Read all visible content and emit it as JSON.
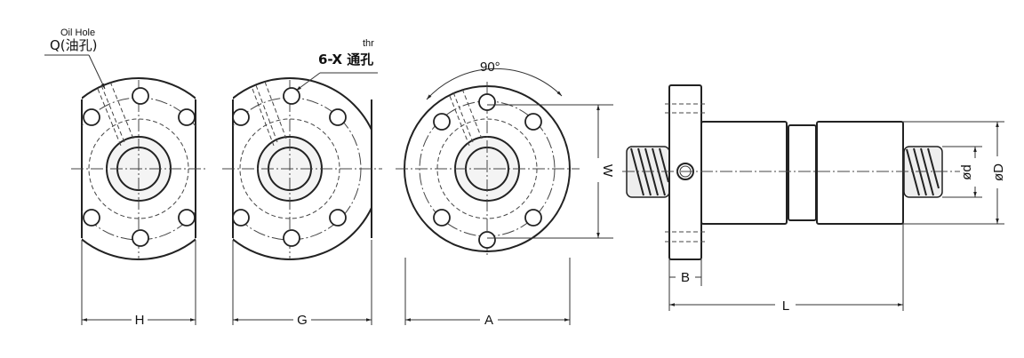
{
  "annotations": {
    "oil_hole_en": "Oil Hole",
    "oil_hole_cn": "Q(油孔)",
    "thru_en": "thr",
    "thru_cn": "6-X 通孔",
    "angle": "90°"
  },
  "dimensions": {
    "H": "H",
    "G": "G",
    "A": "A",
    "W": "W",
    "B": "B",
    "L": "L",
    "d": "ød",
    "D": "øD"
  }
}
